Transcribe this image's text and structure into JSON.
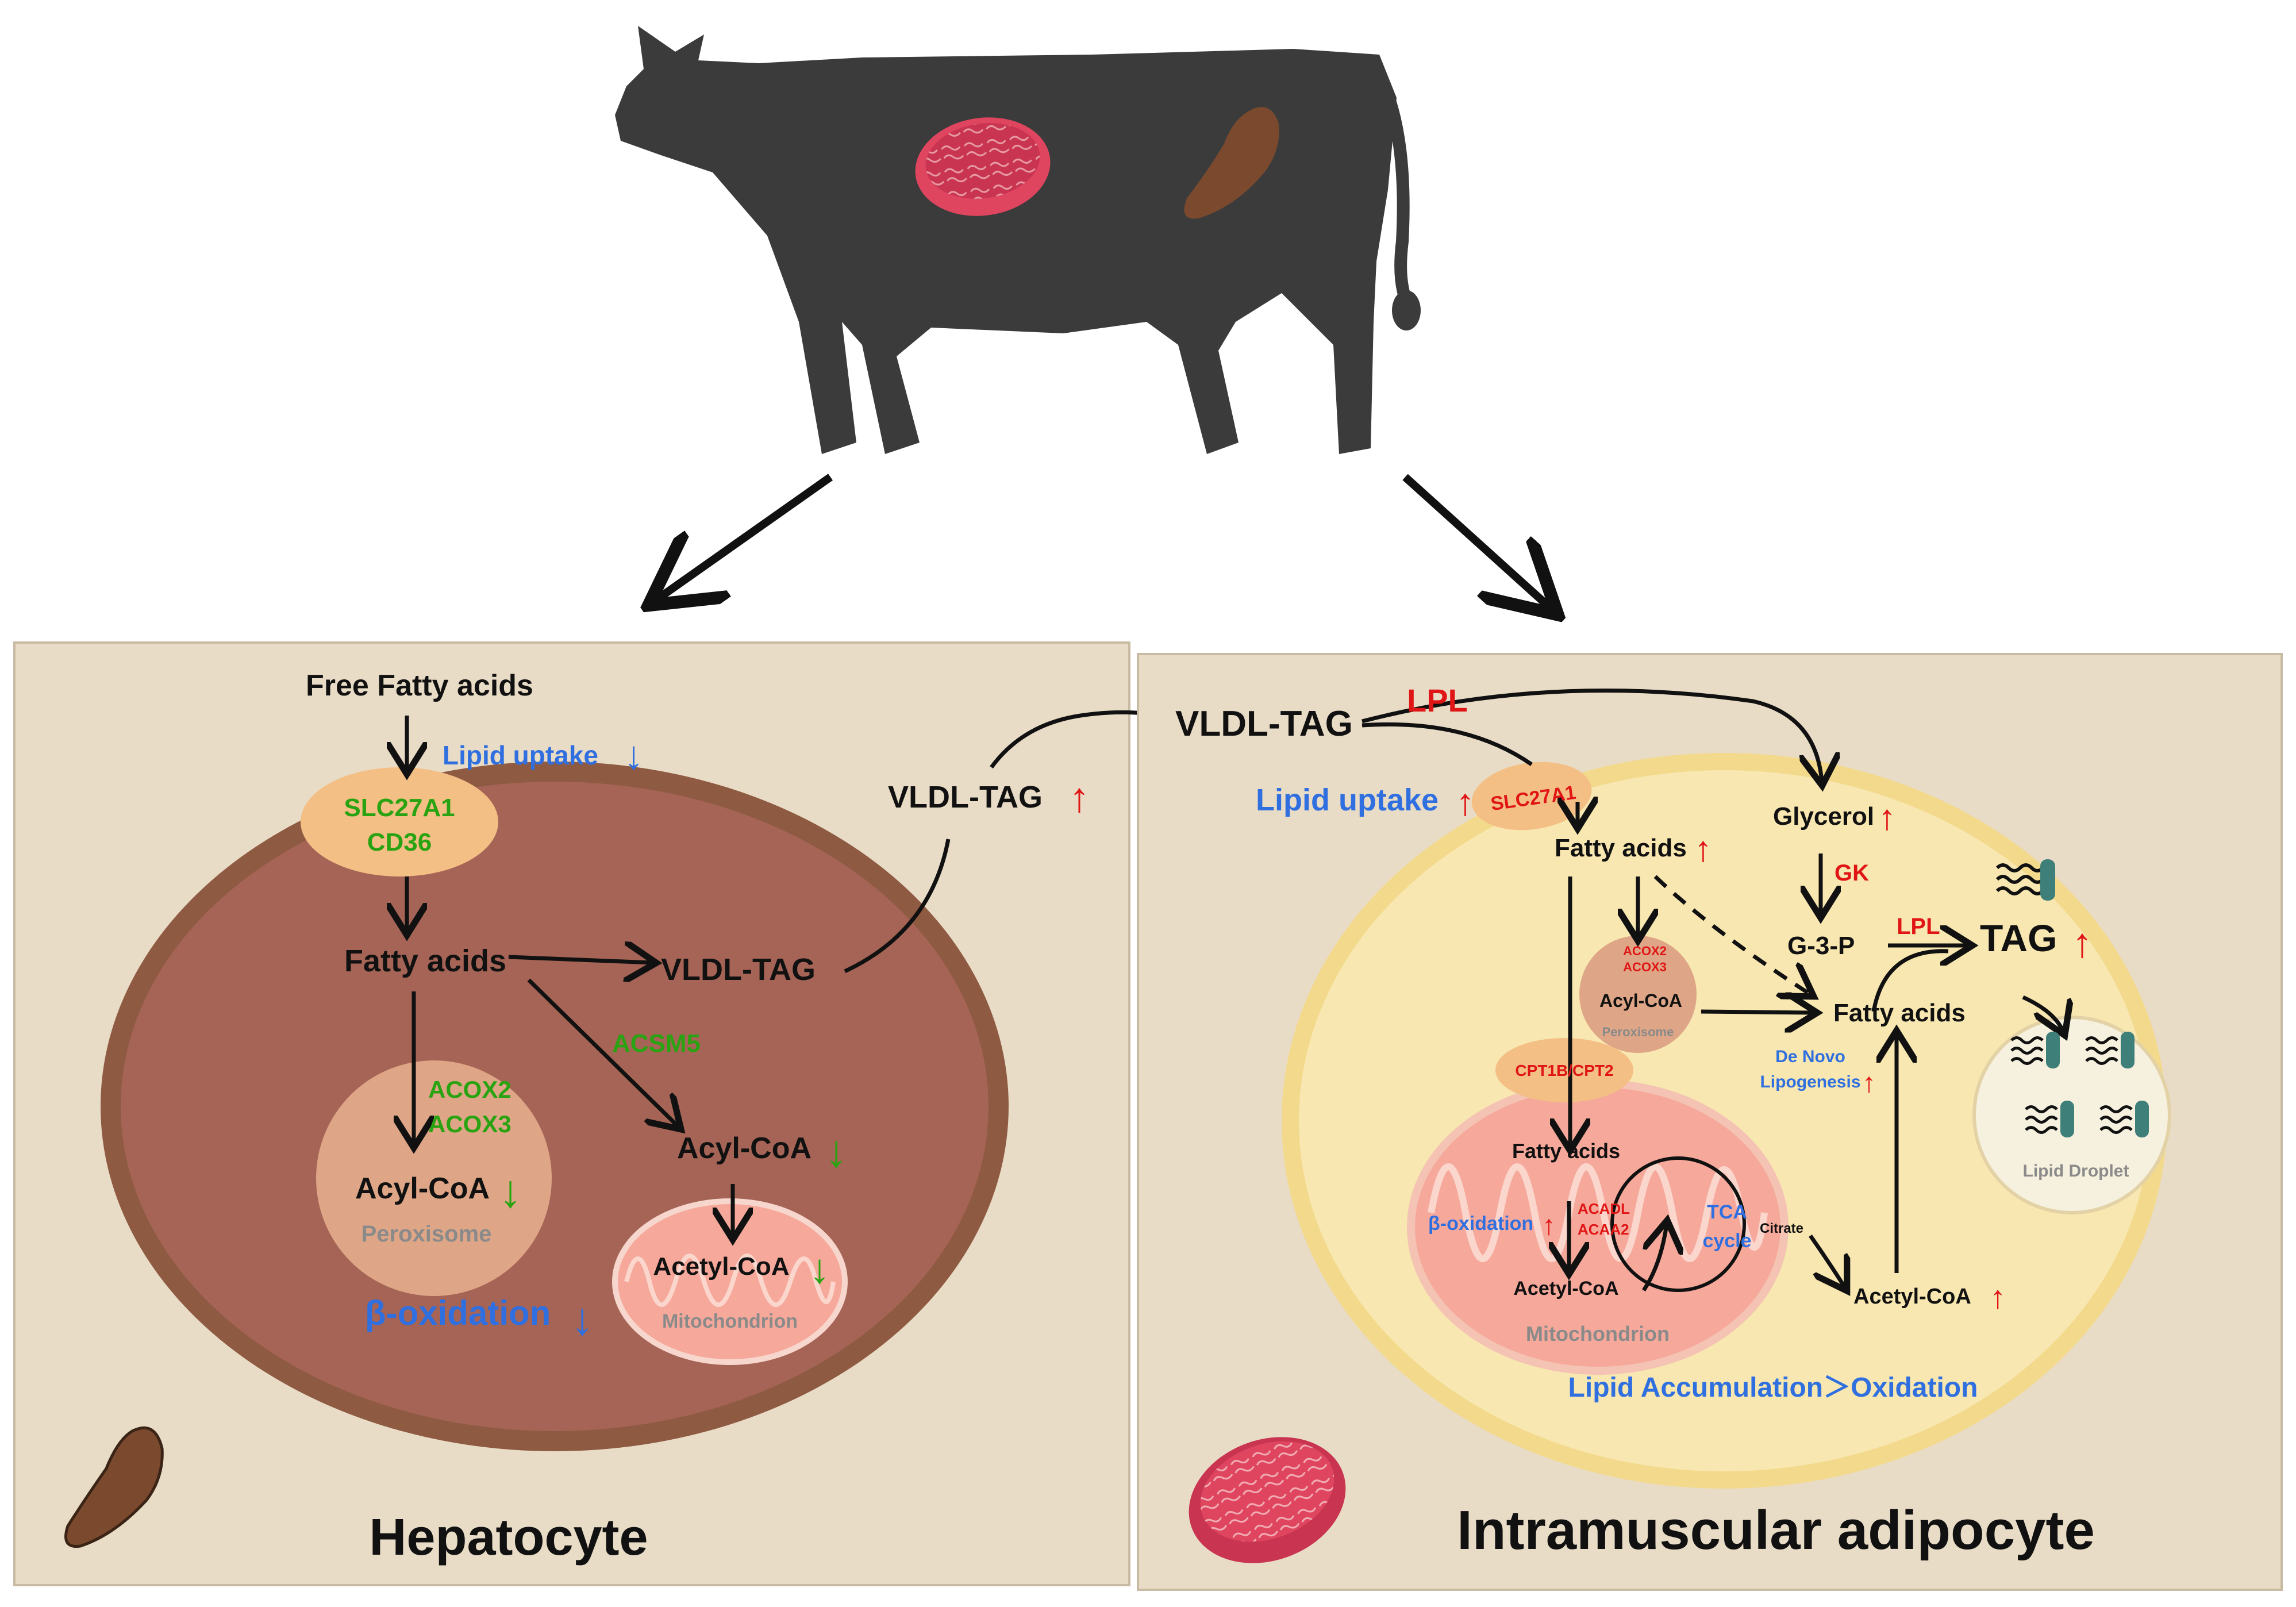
{
  "colors": {
    "panel_bg": "#e9dcc6",
    "hepatocyte_membrane": "#8e5a42",
    "hepatocyte_cytoplasm": "#a56455",
    "adipocyte_membrane": "#f3d98c",
    "adipocyte_cytoplasm": "#f8e7b0",
    "transporter": "#f3bf85",
    "peroxisome": "#dea687",
    "mitochondrion": "#f6a99b",
    "lipid_droplet": "#f6f0de",
    "cow": "#3b3b3b",
    "meat": "#e0455f",
    "liver": "#7b4a2e",
    "gene_down": "#2aa312",
    "gene_up": "#e01616",
    "process": "#2f6fe0"
  },
  "icons": [
    "cow-icon",
    "liver-icon",
    "meat-icon",
    "lipid-molecule-icon"
  ],
  "hepatocyte": {
    "title": "Hepatocyte",
    "free_fatty_acids": "Free Fatty acids",
    "lipid_uptake": "Lipid uptake",
    "lipid_uptake_arrow": "↓",
    "transporter_gene_1": "SLC27A1",
    "transporter_gene_2": "CD36",
    "fatty_acids": "Fatty acids",
    "vldl_tag_inner": "VLDL-TAG",
    "vldl_tag_outer": "VLDL-TAG",
    "vldl_tag_outer_arrow": "↑",
    "acox2": "ACOX2",
    "acox3": "ACOX3",
    "acsm5": "ACSM5",
    "peroxisome_acyl_coa": "Acyl-CoA",
    "peroxisome_acyl_coa_arrow": "↓",
    "peroxisome_label": "Peroxisome",
    "acyl_coa": "Acyl-CoA",
    "acyl_coa_arrow": "↓",
    "acetyl_coa": "Acetyl-CoA",
    "acetyl_coa_arrow": "↓",
    "mitochondrion_label": "Mitochondrion",
    "beta_oxidation": "β-oxidation",
    "beta_oxidation_arrow": "↓"
  },
  "adipocyte": {
    "title": "Intramuscular adipocyte",
    "vldl_tag": "VLDL-TAG",
    "lpl_top": "LPL",
    "lipid_uptake": "Lipid uptake",
    "lipid_uptake_arrow": "↑",
    "transporter_gene": "SLC27A1",
    "fatty_acids_top": "Fatty acids",
    "fatty_acids_top_arrow": "↑",
    "glycerol": "Glycerol",
    "glycerol_arrow": "↑",
    "gk": "GK",
    "g3p": "G-3-P",
    "lpl_tag": "LPL",
    "tag": "TAG",
    "tag_arrow": "↑",
    "acox2": "ACOX2",
    "acox3": "ACOX3",
    "peroxisome_acyl_coa": "Acyl-CoA",
    "peroxisome_label": "Peroxisome",
    "fatty_acids_mid": "Fatty acids",
    "de_novo_1": "De Novo",
    "de_novo_2": "Lipogenesis",
    "de_novo_arrow": "↑",
    "cpt": "CPT1B/CPT2",
    "mito_fatty_acids": "Fatty acids",
    "beta_oxidation": "β-oxidation",
    "beta_oxidation_arrow": "↑",
    "acadl": "ACADL",
    "acaa2": "ACAA2",
    "mito_acetyl_coa": "Acetyl-CoA",
    "tca_1": "TCA",
    "tca_2": "cycle",
    "citrate": "Citrate",
    "acetyl_coa": "Acetyl-CoA",
    "acetyl_coa_arrow": "↑",
    "mitochondrion_label": "Mitochondrion",
    "lipid_droplet_label": "Lipid Droplet",
    "summary": "Lipid Accumulation＞Oxidation"
  }
}
